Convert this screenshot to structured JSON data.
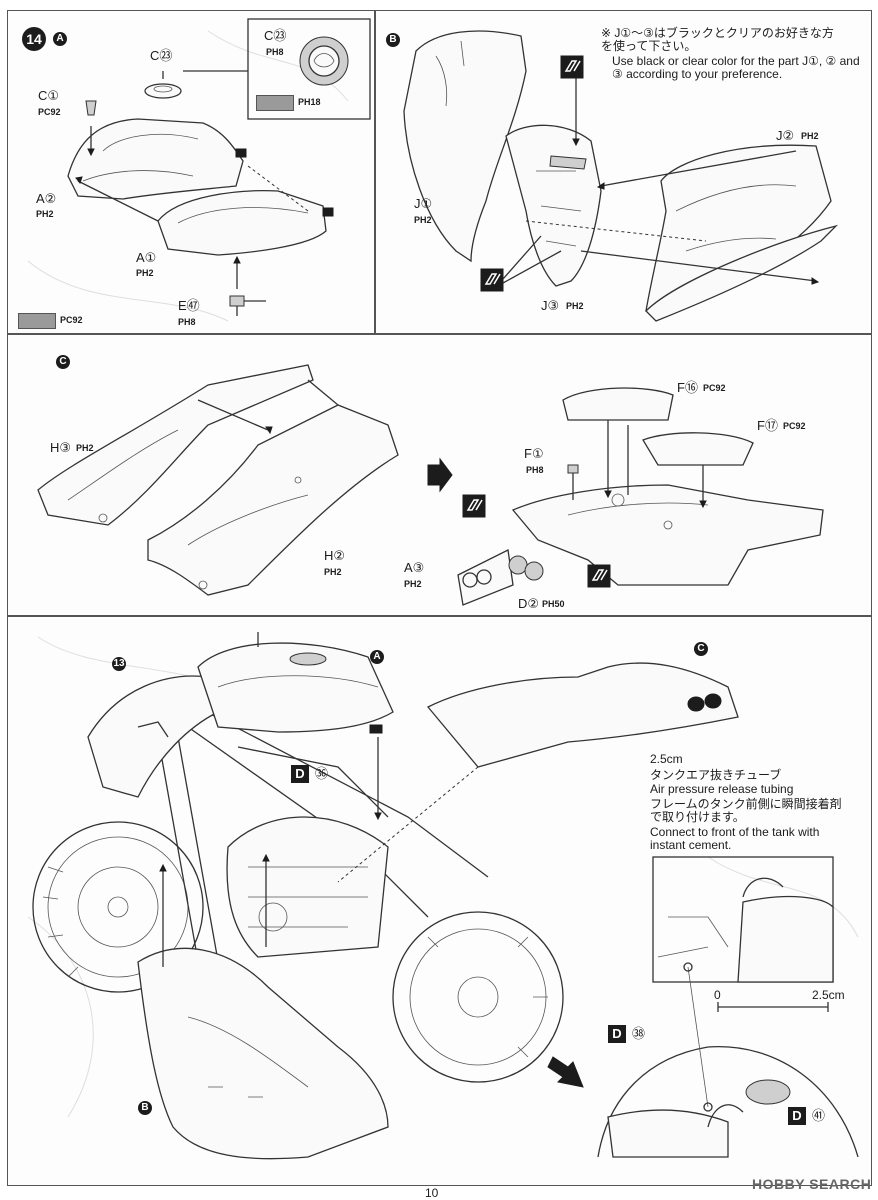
{
  "step_number": "14",
  "panel_a": {
    "marker": "A",
    "labels": {
      "c23_top": "C㉓",
      "c23_inset": "C㉓",
      "c1": "C①",
      "a2": "A②",
      "a1": "A①",
      "e47": "E㊼"
    },
    "paint_codes": {
      "c23_inset": "PH8",
      "c1": "PC92",
      "a2": "PH2",
      "a1": "PH2",
      "e47": "PH8",
      "inset_swatch": "PH18",
      "bottom_swatch": "PC92"
    }
  },
  "panel_b": {
    "marker": "B",
    "note_jp": "※ J①～③はブラックとクリアのお好きな方を使って下さい。",
    "note_en": "Use black or clear color for the part J①, ② and ③ according to your preference.",
    "labels": {
      "j2": "J②",
      "j1": "J①",
      "j3": "J③"
    },
    "paint_codes": {
      "j2": "PH2",
      "j1": "PH2",
      "j3": "PH2"
    }
  },
  "panel_c": {
    "marker": "C",
    "labels": {
      "h3": "H③",
      "h2": "H②",
      "f16": "F⑯",
      "f17": "F⑰",
      "f1": "F①",
      "a3": "A③",
      "d2": "D②"
    },
    "paint_codes": {
      "h3": "PH2",
      "h2": "PH2",
      "f16": "PC92",
      "f17": "PC92",
      "f1": "PH8",
      "a3": "PH2",
      "d2": "PH50"
    }
  },
  "panel_final": {
    "step_ref": "13",
    "marker_a": "A",
    "marker_b": "B",
    "marker_c": "C",
    "decal_d36": {
      "letter": "D",
      "num": "㊱"
    },
    "decal_d38": {
      "letter": "D",
      "num": "㊳"
    },
    "decal_d41": {
      "letter": "D",
      "num": "㊶"
    },
    "tube_length": "2.5cm",
    "tube_jp": "タンクエア抜きチューブ",
    "tube_en": "Air pressure release tubing",
    "connect_jp": "フレームのタンク前側に瞬間接着剤で取り付けます。",
    "connect_en": "Connect to front of the tank with instant cement.",
    "scale_start": "0",
    "scale_end": "2.5cm"
  },
  "page_number": "10",
  "watermark": "HOBBY SEARCH"
}
